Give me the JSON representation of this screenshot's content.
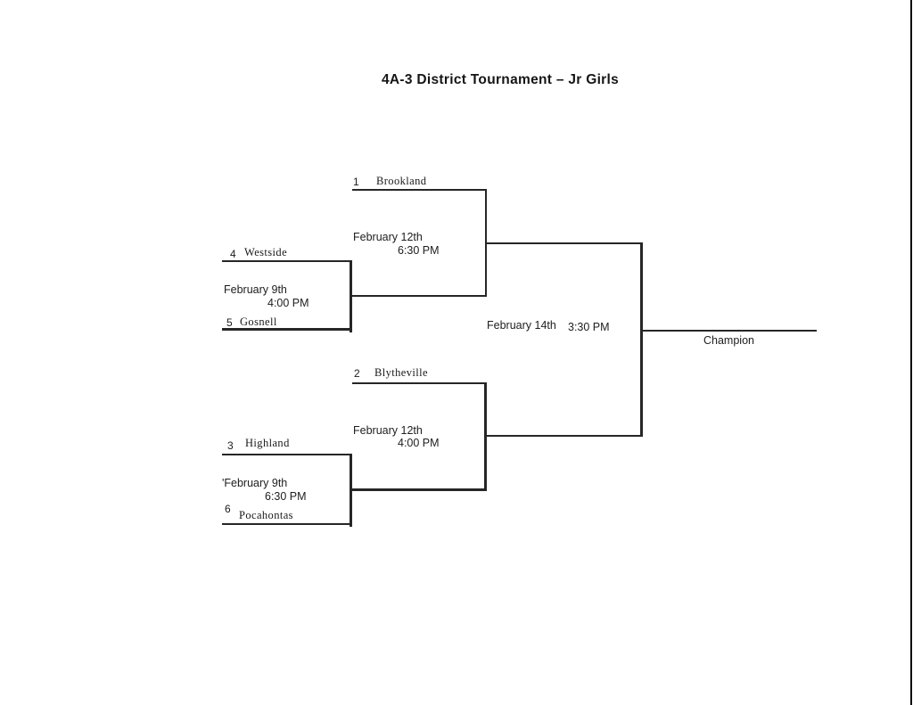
{
  "page": {
    "title": "4A-3 District Tournament – Jr Girls"
  },
  "bracket": {
    "quarterfinals": [
      {
        "date": "February 9th",
        "time": "4:00 PM",
        "top_seed": "4",
        "top_team": "Westside",
        "bottom_seed": "5",
        "bottom_team": "Gosnell"
      },
      {
        "date": "'February 9th",
        "time": "6:30 PM",
        "top_seed": "3",
        "top_team": "Highland",
        "bottom_seed": "6",
        "bottom_team": "Pocahontas"
      }
    ],
    "semifinals": [
      {
        "date": "February 12th",
        "time": "6:30 PM",
        "bye_seed": "1",
        "bye_team": "Brookland"
      },
      {
        "date": "February 12th",
        "time": "4:00 PM",
        "bye_seed": "2",
        "bye_team": "Blytheville"
      }
    ],
    "final": {
      "date": "February 14th",
      "time": "3:30 PM"
    },
    "champion_label": "Champion"
  }
}
